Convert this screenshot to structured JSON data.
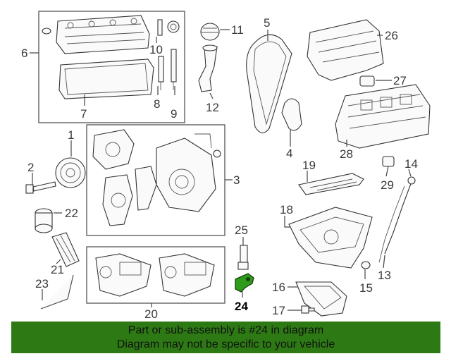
{
  "diagram": {
    "callouts": [
      "1",
      "2",
      "3",
      "4",
      "5",
      "6",
      "7",
      "8",
      "9",
      "10",
      "11",
      "12",
      "13",
      "14",
      "15",
      "16",
      "17",
      "18",
      "19",
      "20",
      "21",
      "22",
      "23",
      "24",
      "25",
      "26",
      "27",
      "28",
      "29"
    ],
    "highlighted_part": "24",
    "highlight_color": "#2d9c1a"
  },
  "banner": {
    "line1": "Part or sub-assembly is #24 in diagram",
    "line2": "Diagram may not be specific to your vehicle",
    "background": "#2d7a15"
  }
}
